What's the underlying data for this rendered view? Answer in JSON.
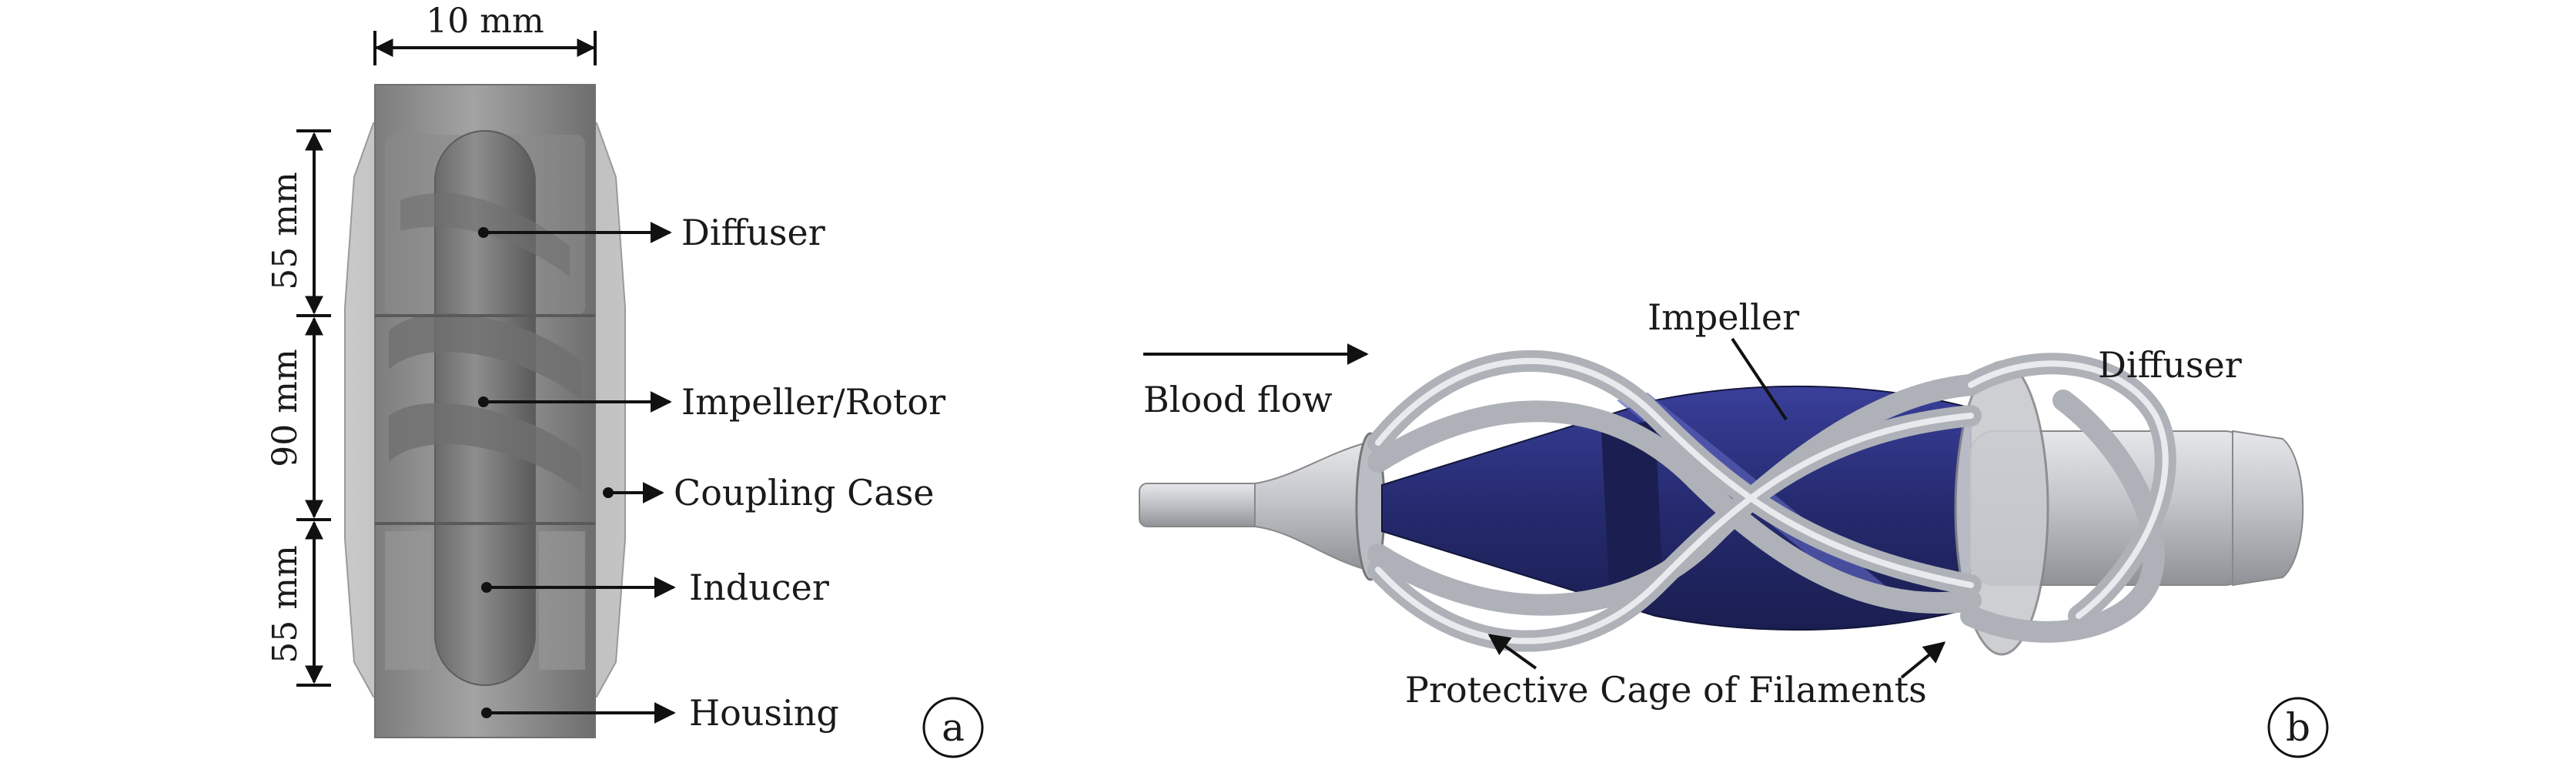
{
  "panel_a": {
    "top_dimension": "10 mm",
    "side_dimensions": [
      "55 mm",
      "90 mm",
      "55 mm"
    ],
    "labels": [
      "Diffuser",
      "Impeller/Rotor",
      "Coupling Case",
      "Inducer",
      "Housing"
    ],
    "panel_label": "a"
  },
  "panel_b": {
    "flow_label": "Blood flow",
    "impeller_label": "Impeller",
    "diffuser_label": "Diffuser",
    "cage_label": "Protective Cage of Filaments",
    "panel_label": "b"
  },
  "colors": {
    "housing_gray": "#8c8c8c",
    "impeller_blue": "#2a2f7a",
    "filament_gray": "#b9bcc2"
  }
}
